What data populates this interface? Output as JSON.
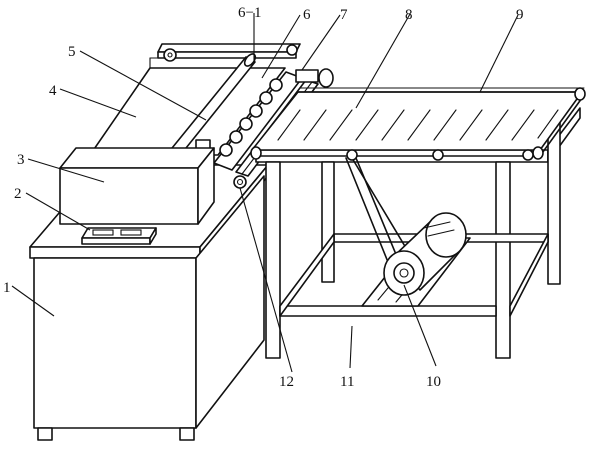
{
  "labels": {
    "l1": "1",
    "l2": "2",
    "l3": "3",
    "l4": "4",
    "l5": "5",
    "l6_1": "6−1",
    "l6": "6",
    "l7": "7",
    "l8": "8",
    "l9": "9",
    "l10": "10",
    "l11": "11",
    "l12": "12"
  }
}
